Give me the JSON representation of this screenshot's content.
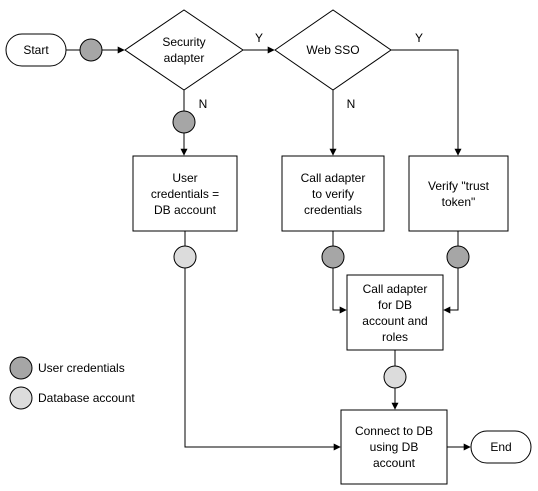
{
  "flowchart": {
    "start_label": "Start",
    "end_label": "End",
    "decisions": {
      "security_adapter": "Security\nadapter",
      "web_sso": "Web SSO"
    },
    "edge_labels": {
      "security_yes": "Y",
      "security_no": "N",
      "websso_yes": "Y",
      "websso_no": "N"
    },
    "processes": {
      "user_credentials_db": "User\ncredentials =\nDB account",
      "call_adapter_verify": "Call adapter\nto verify\ncredentials",
      "verify_trust_token": "Verify \"trust\ntoken\"",
      "call_adapter_db": "Call adapter\nfor DB\naccount and\nroles",
      "connect_db": "Connect to DB\nusing DB\naccount"
    }
  },
  "legend": {
    "user_credentials": "User credentials",
    "database_account": "Database account"
  },
  "colors": {
    "dark_circle": "#a6a6a6",
    "light_circle": "#dcdcdc",
    "stroke": "#000000"
  }
}
